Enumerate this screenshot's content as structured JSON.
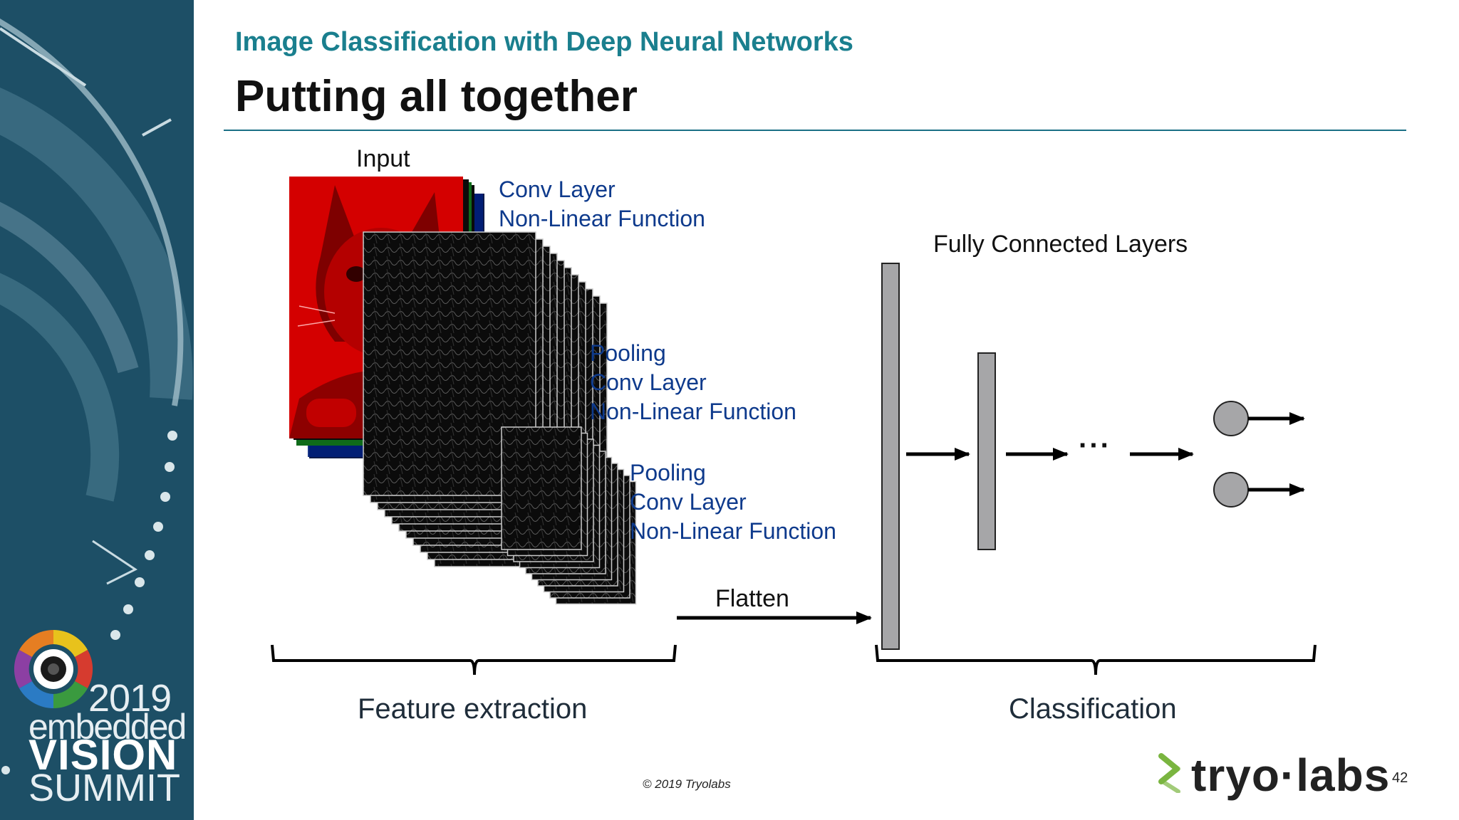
{
  "slide": {
    "subtitle": "Image Classification with Deep Neural Networks",
    "title": "Putting all together",
    "page_number": "42",
    "copyright": "© 2019 Tryolabs"
  },
  "branding": {
    "event_year": "2019",
    "event_line1": "embedded",
    "event_line2": "VISION",
    "event_line3": "SUMMIT",
    "company_logo_text": "tryo·labs",
    "accent_color": "#1a7f8e",
    "sidebar_color": "#1d4f66",
    "logo_green": "#7ab540"
  },
  "diagram": {
    "input_label": "Input",
    "stage1": [
      "Conv Layer",
      "Non-Linear Function"
    ],
    "stage2": [
      "Pooling",
      "Conv Layer",
      "Non-Linear Function"
    ],
    "stage3": [
      "Pooling",
      "Conv Layer",
      "Non-Linear Function"
    ],
    "flatten_label": "Flatten",
    "fc_label": "Fully Connected Layers",
    "ellipsis": "···",
    "feature_extraction_label": "Feature extraction",
    "classification_label": "Classification",
    "input_image": "cat-photo-rgb-channels",
    "output_nodes": 2
  }
}
